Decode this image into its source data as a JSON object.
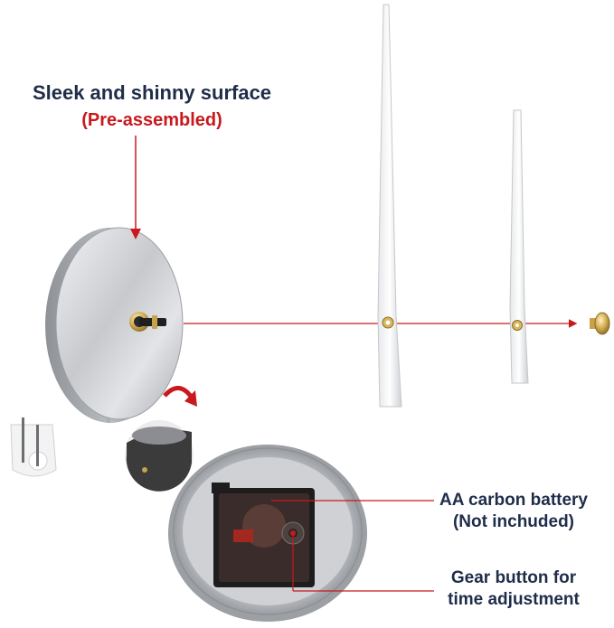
{
  "header": {
    "title": "Sleek and shinny surface",
    "subtitle": "(Pre-assembled)"
  },
  "callouts": {
    "battery": {
      "line1": "AA carbon battery",
      "line2": "(Not inchuded)"
    },
    "gear": {
      "line1": "Gear button for",
      "line2": "time adjustment"
    }
  },
  "colors": {
    "title": "#1f2d4a",
    "accent": "#c8191e",
    "silver": "#c9cbcf"
  }
}
